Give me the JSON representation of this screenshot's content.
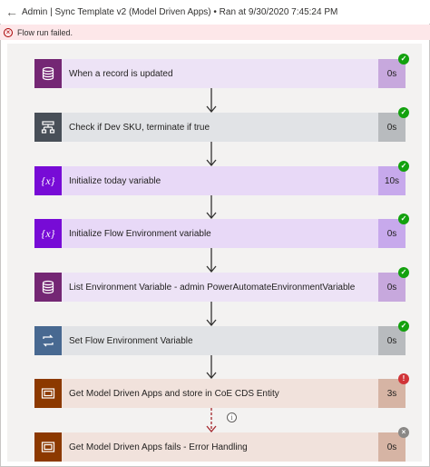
{
  "header": {
    "title": "Admin | Sync Template v2 (Model Driven Apps) • Ran at 9/30/2020 7:45:24 PM"
  },
  "error_banner": {
    "text": "Flow run failed."
  },
  "steps": [
    {
      "label": "When a record is updated",
      "duration": "0s",
      "status": "succeeded",
      "icon": "database-icon",
      "colors": {
        "icon": "#742774",
        "body": "#ede3f6",
        "duration": "#c7a8dd"
      }
    },
    {
      "label": "Check if Dev SKU, terminate if true",
      "duration": "0s",
      "status": "succeeded",
      "icon": "condition-icon",
      "colors": {
        "icon": "#484f58",
        "body": "#e1e3e6",
        "duration": "#b8bbbe"
      }
    },
    {
      "label": "Initialize today variable",
      "duration": "10s",
      "status": "succeeded",
      "icon": "variable-icon",
      "colors": {
        "icon": "#770bd6",
        "body": "#e8d9f7",
        "duration": "#c7a9ec"
      }
    },
    {
      "label": "Initialize Flow Environment variable",
      "duration": "0s",
      "status": "succeeded",
      "icon": "variable-icon",
      "colors": {
        "icon": "#770bd6",
        "body": "#e8d9f7",
        "duration": "#c7a9ec"
      }
    },
    {
      "label": "List Environment Variable - admin PowerAutomateEnvironmentVariable",
      "duration": "0s",
      "status": "succeeded",
      "icon": "database-icon",
      "colors": {
        "icon": "#742774",
        "body": "#ede3f6",
        "duration": "#c7a8dd"
      }
    },
    {
      "label": "Set Flow Environment Variable",
      "duration": "0s",
      "status": "succeeded",
      "icon": "loop-icon",
      "colors": {
        "icon": "#486991",
        "body": "#e1e3e6",
        "duration": "#b8bbbe"
      }
    },
    {
      "label": "Get Model Driven Apps and store in CoE CDS Entity",
      "duration": "3s",
      "status": "failed",
      "icon": "scope-icon",
      "colors": {
        "icon": "#8c3900",
        "body": "#f1e2dc",
        "duration": "#d6b4a4"
      }
    },
    {
      "label": "Get Model Driven Apps fails - Error Handling",
      "duration": "0s",
      "status": "skipped",
      "icon": "scope-icon",
      "colors": {
        "icon": "#8c3900",
        "body": "#f1e2dc",
        "duration": "#d6b4a4"
      }
    }
  ],
  "status_colors": {
    "succeeded": "#13a10e",
    "failed": "#d13438",
    "skipped": "#8a8886"
  }
}
